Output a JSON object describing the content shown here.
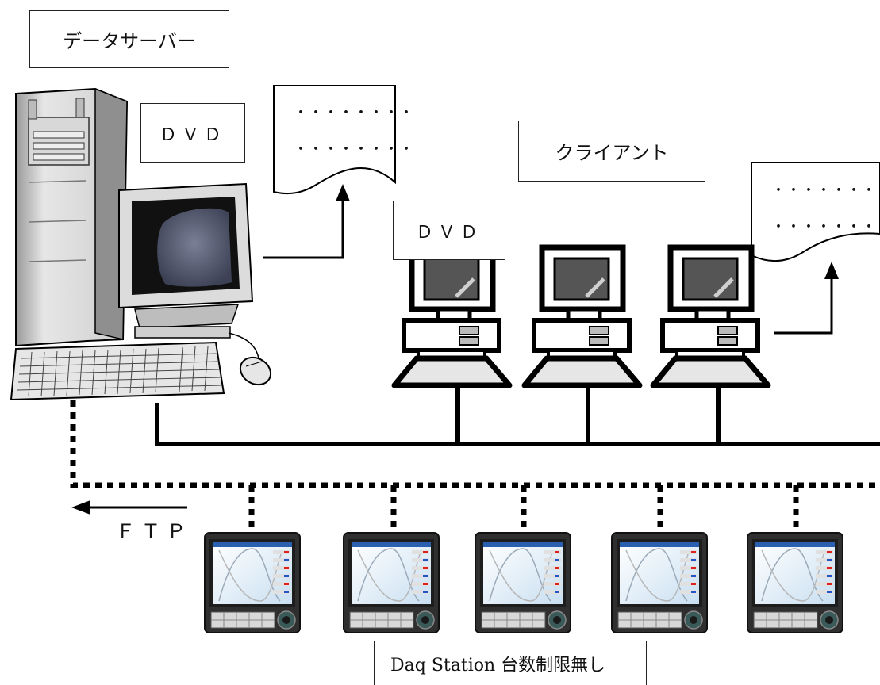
{
  "labels": {
    "data_server": "データサーバー",
    "client": "クライアント",
    "dvd_server": "ＤＶＤ",
    "dvd_client": "ＤＶＤ",
    "ftp": "ＦＴＰ",
    "daq_station": "Daq Station 台数制限無し"
  },
  "printouts": {
    "server_lines": [
      "・・・・・・・・",
      "・・・・・・・・"
    ],
    "client_lines": [
      "・・・・・・・・",
      "・・・・・・・・"
    ]
  },
  "icons": {
    "server": "tower-computer-icon",
    "monitor": "crt-monitor-icon",
    "keyboard": "keyboard-icon",
    "mouse": "mouse-icon",
    "client": "desktop-pc-icon",
    "recorder": "daqstation-recorder-icon",
    "paper": "printout-icon"
  },
  "client_count": 3,
  "recorder_count": 5
}
